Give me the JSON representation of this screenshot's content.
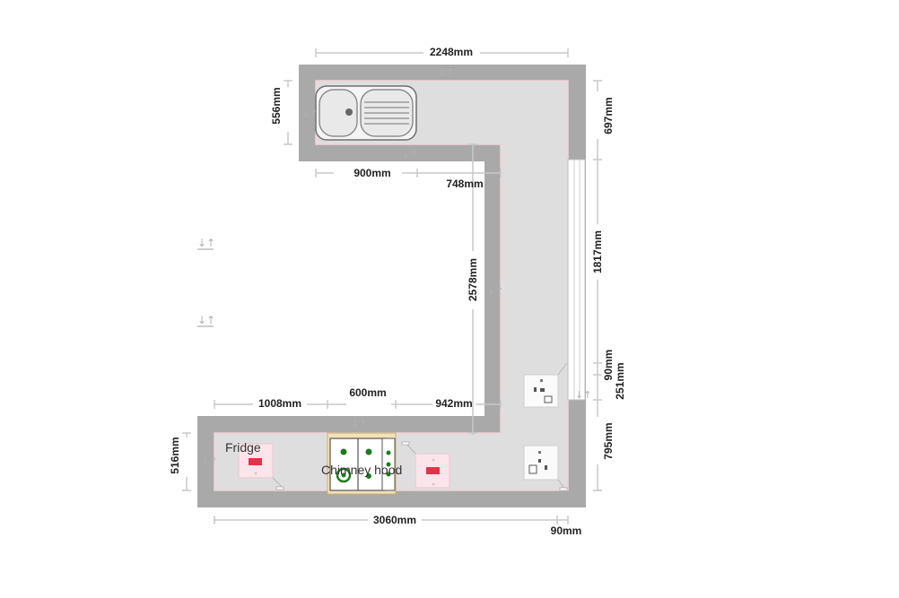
{
  "colors": {
    "wall": "#a9a9a9",
    "floor": "#dedede",
    "floor_edge": "#f2d2d8",
    "dimension_line": "#c8c8c8",
    "socket_red": "#e8304a",
    "burner_green": "#1f7a1f"
  },
  "dimensions": {
    "top_width": "2248mm",
    "sink_depth": "556mm",
    "top_right_depth": "697mm",
    "sink_run": "900mm",
    "inner_return": "748mm",
    "inner_height": "2578mm",
    "window_length": "1817mm",
    "small_gap": "90mm",
    "socket_span": "251mm",
    "bottom_right_depth": "795mm",
    "fridge_run": "1008mm",
    "hob_width": "600mm",
    "right_run": "942mm",
    "bottom_depth": "516mm",
    "bottom_width": "3060mm",
    "wall_thickness": "90mm"
  },
  "labels": {
    "fridge": "Fridge",
    "hood": "Chimney hood"
  },
  "icons": {
    "sink": "sink-icon",
    "hob": "hob-icon",
    "socket": "socket-icon",
    "door_arrow": "door-arrow-icon"
  }
}
